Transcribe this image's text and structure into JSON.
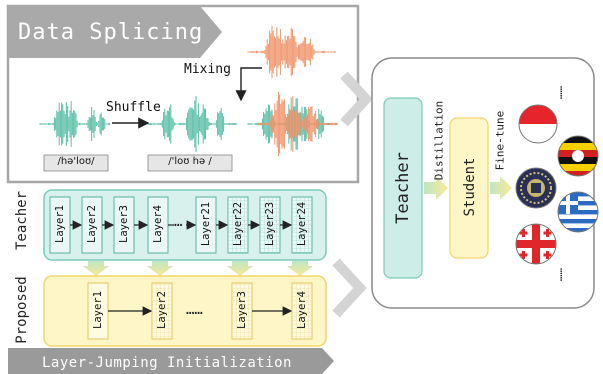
{
  "data_splicing": {
    "title": "Data Splicing",
    "mixing_label": "Mixing",
    "shuffle_label": "Shuffle",
    "phonetic_original": "/hə'loʊ/",
    "phonetic_shuffled": "/'loʊ hə /"
  },
  "layers": {
    "teacher_label": "Teacher",
    "proposed_label": "Proposed",
    "teacher_layers": [
      "Layer1",
      "Layer2",
      "Layer3",
      "Layer4",
      "Layer21",
      "Layer22",
      "Layer23",
      "Layer24"
    ],
    "teacher_ellipsis": "…",
    "proposed_layers": [
      "Layer1",
      "Layer2",
      "Layer3",
      "Layer4"
    ],
    "proposed_ellipsis": "……",
    "banner": "Layer-Jumping Initialization"
  },
  "distillation": {
    "teacher_label": "Teacher",
    "student_label": "Student",
    "distillation_label": "Distillation",
    "finetune_label": "Fine-tune",
    "dots_top": "……",
    "dots_bottom": "……"
  },
  "colors": {
    "teal": "#6fc7b6",
    "teal_light": "#d9f1ec",
    "yellow_light": "#fff6c8",
    "yellow_border": "#efd56b",
    "salmon": "#f0956c",
    "banner_gray": "#9a9a9a"
  }
}
